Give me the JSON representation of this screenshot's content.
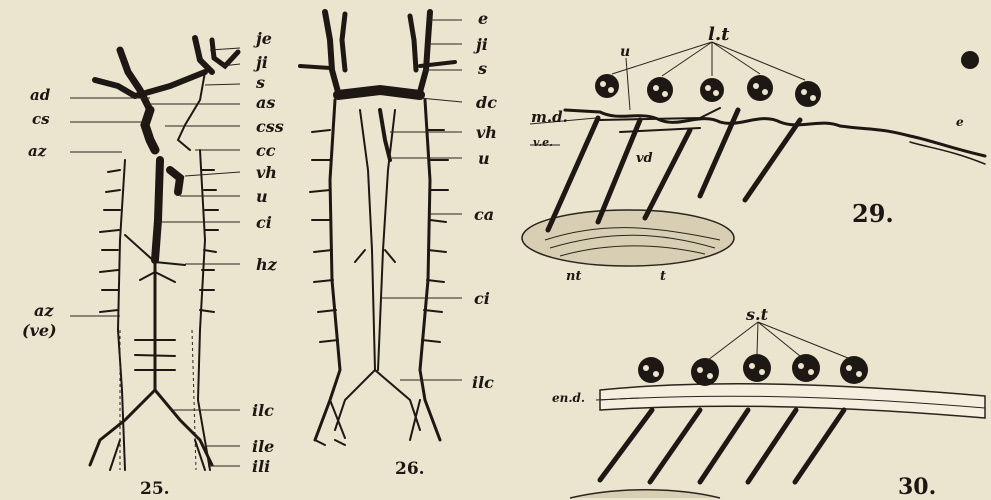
{
  "figures": {
    "fig25": {
      "number": "25.",
      "labels_right": [
        "je",
        "ji",
        "s",
        "as",
        "css",
        "cc",
        "vh",
        "u",
        "ci",
        "hz",
        "ilc",
        "ile",
        "ili"
      ],
      "labels_left": [
        "ad",
        "cs",
        "az",
        "az",
        "(ve)"
      ]
    },
    "fig26": {
      "number": "26.",
      "labels_right": [
        "e",
        "ji",
        "s",
        "dc",
        "vh",
        "u",
        "ca",
        "ci",
        "ilc"
      ]
    },
    "fig29": {
      "number": "29.",
      "labels": [
        "l.t",
        "u",
        "m.d.",
        "v.e.",
        "vd",
        "nt",
        "t",
        "e"
      ]
    },
    "fig30": {
      "number": "30.",
      "labels": [
        "s.t",
        "en.d."
      ]
    }
  }
}
